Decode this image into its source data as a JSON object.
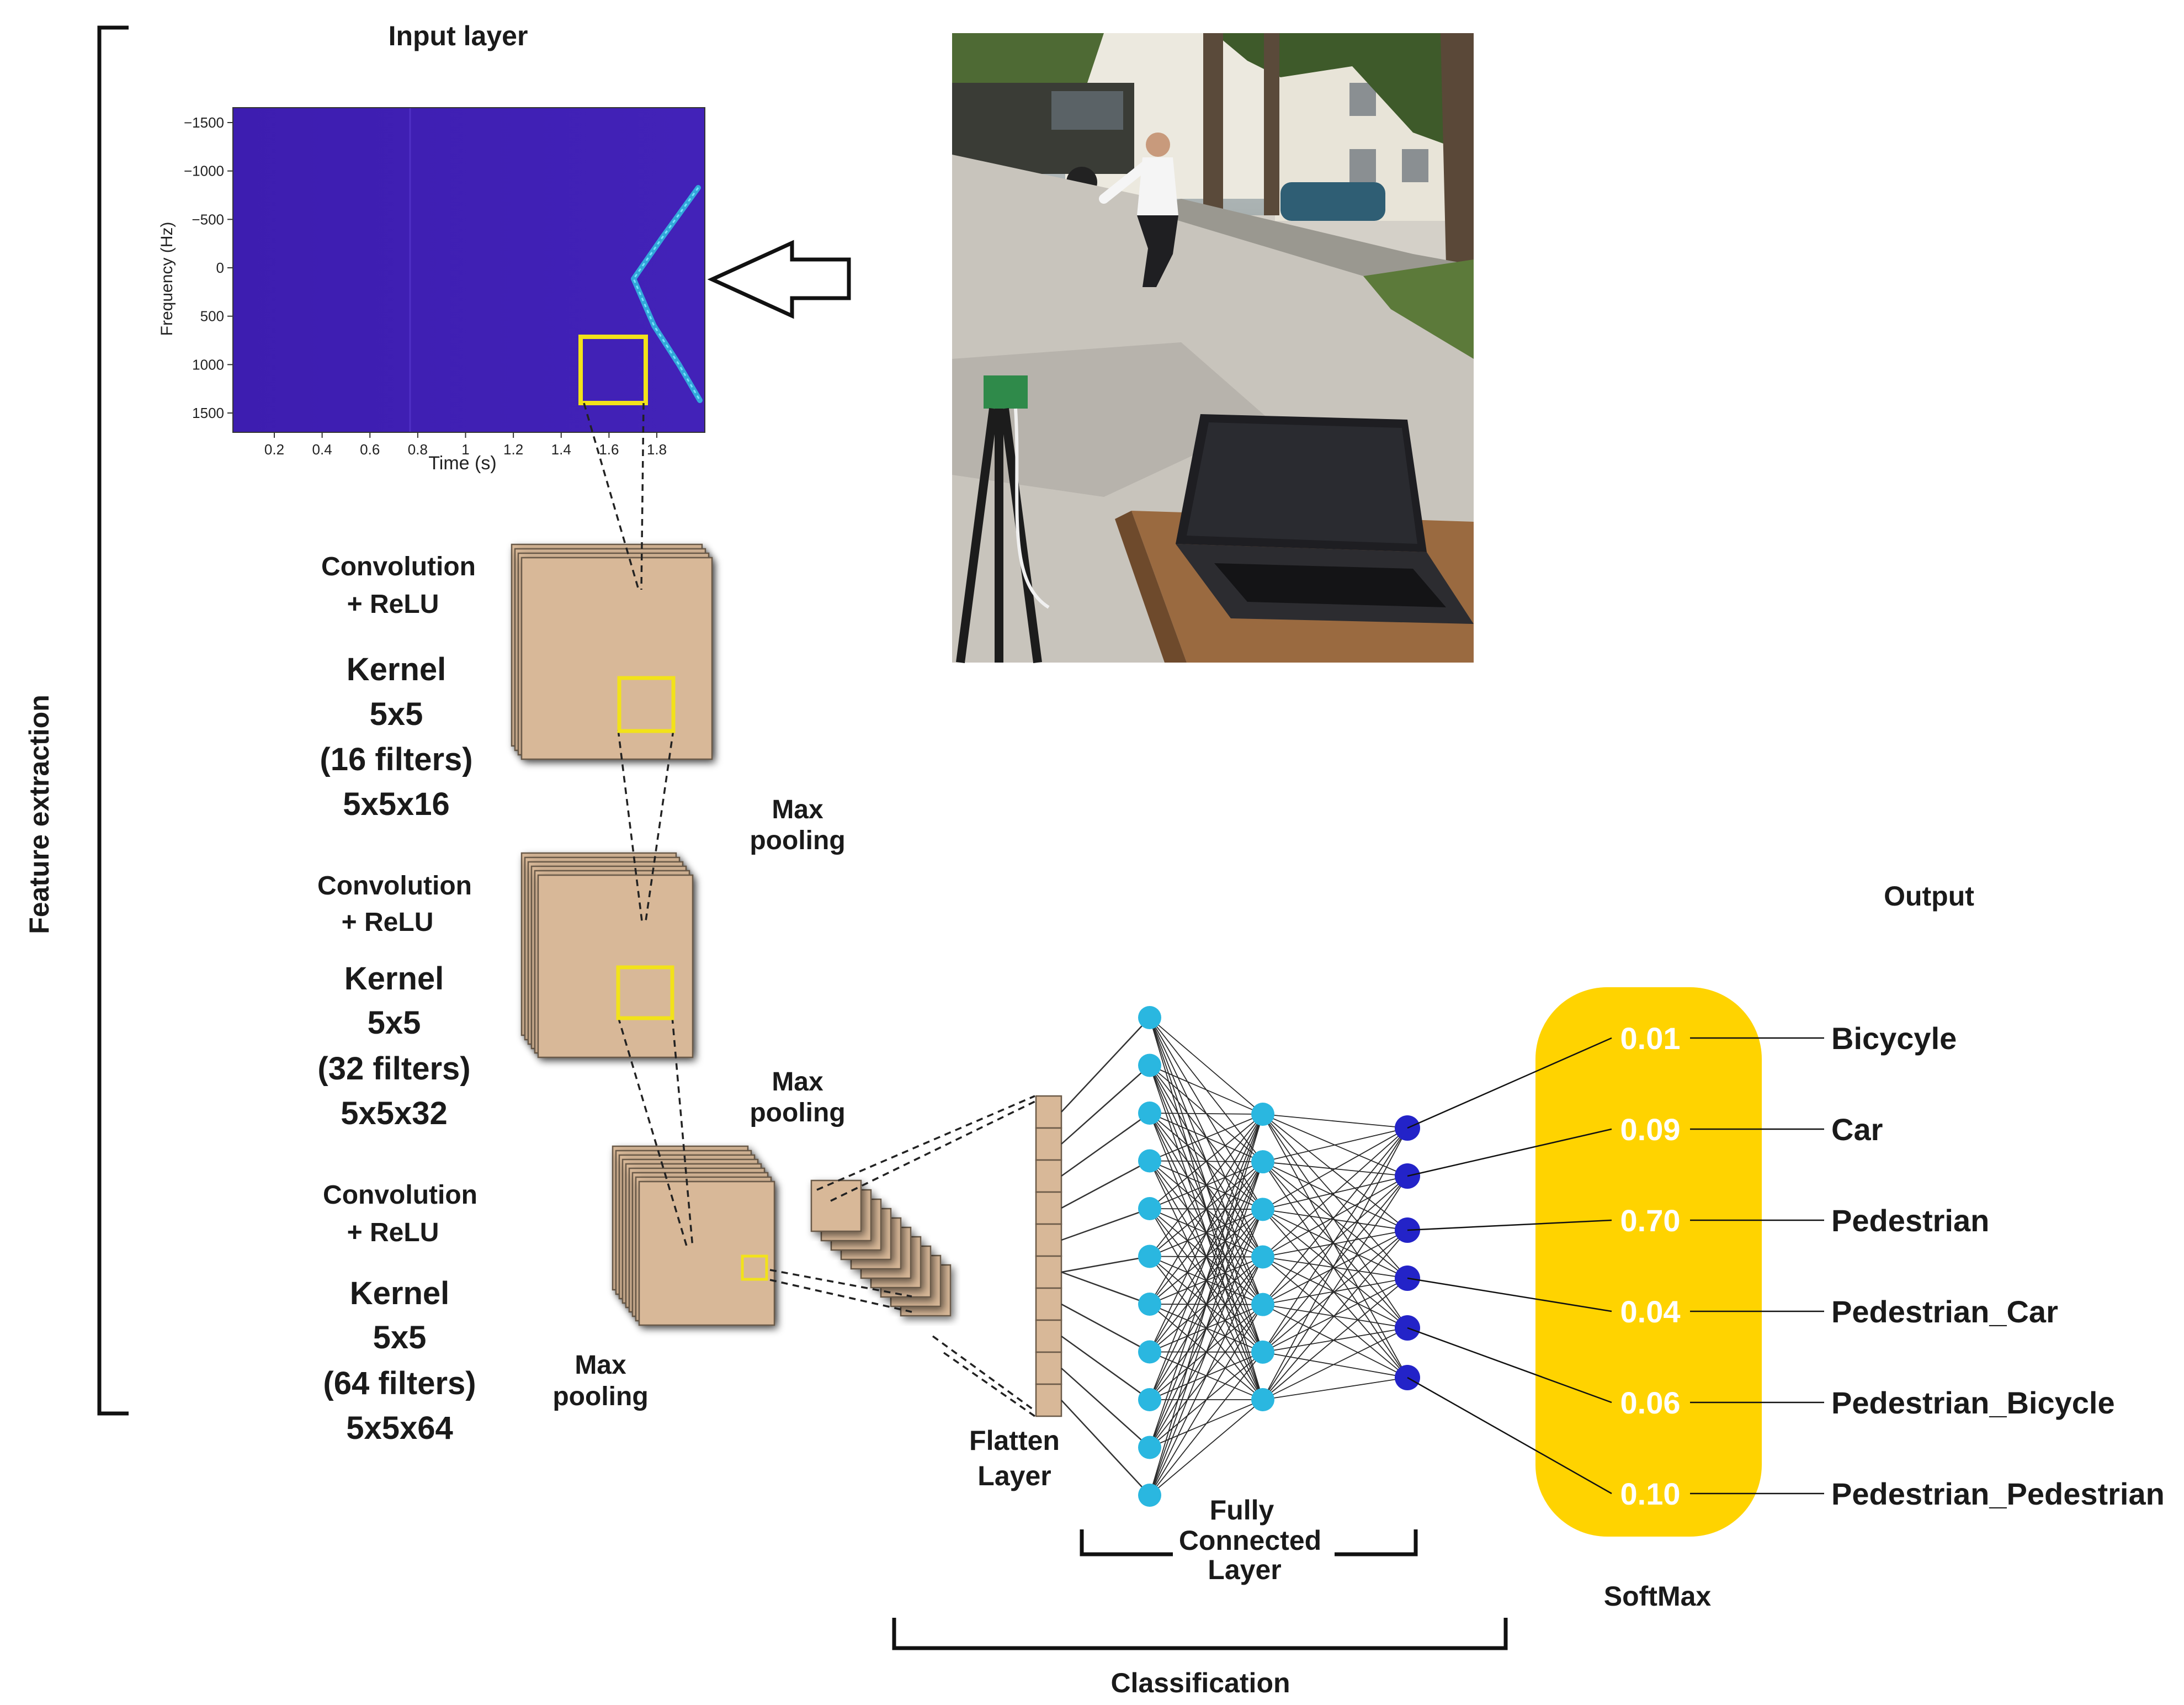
{
  "input_layer_title": "Input layer",
  "feature_extraction_label": "Feature extraction",
  "spectrogram": {
    "ylabel": "Frequency (Hz)",
    "xlabel": "Time (s)",
    "y_ticks": [
      "−1500",
      "−1000",
      "−500",
      "0",
      "500",
      "1000",
      "1500"
    ],
    "x_ticks": [
      "0.2",
      "0.4",
      "0.6",
      "0.8",
      "1",
      "1.2",
      "1.4",
      "1.6",
      "1.8"
    ],
    "background_color": "#3f1fb0",
    "trace_color": "#30c0e0",
    "highlight_color": "#f2e21a"
  },
  "conv_blocks": [
    {
      "title_line1": "Convolution",
      "title_line2": "+ ReLU",
      "kernel": "Kernel",
      "size": "5x5",
      "filters": "(16 filters)",
      "shape": "5x5x16"
    },
    {
      "title_line1": "Convolution",
      "title_line2": "+ ReLU",
      "kernel": "Kernel",
      "size": "5x5",
      "filters": "(32 filters)",
      "shape": "5x5x32"
    },
    {
      "title_line1": "Convolution",
      "title_line2": "+ ReLU",
      "kernel": "Kernel",
      "size": "5x5",
      "filters": "(64 filters)",
      "shape": "5x5x64"
    }
  ],
  "max_pooling": [
    {
      "line1": "Max",
      "line2": "pooling"
    },
    {
      "line1": "Max",
      "line2": "pooling"
    },
    {
      "line1": "Max",
      "line2": "pooling"
    }
  ],
  "flatten_label": {
    "line1": "Flatten",
    "line2": "Layer"
  },
  "fc_label": {
    "line1": "Fully",
    "line2": "Connected",
    "line3": "Layer"
  },
  "classification_label": "Classification",
  "output_title": "Output",
  "softmax_label": "SoftMax",
  "softmax_color": "#ffd300",
  "outputs": [
    {
      "prob": "0.01",
      "label": "Bicycyle"
    },
    {
      "prob": "0.09",
      "label": "Car"
    },
    {
      "prob": "0.70",
      "label": "Pedestrian"
    },
    {
      "prob": "0.04",
      "label": "Pedestrian_Car"
    },
    {
      "prob": "0.06",
      "label": "Pedestrian_Bicycle"
    },
    {
      "prob": "0.10",
      "label": "Pedestrian_Pedestrian"
    }
  ],
  "colors": {
    "feature_map": "#d8b898",
    "feature_map_edge": "#6b5a48",
    "input_neuron": "#2ab7e0",
    "hidden_neuron": "#2ab7e0",
    "output_neuron": "#2323c8"
  }
}
